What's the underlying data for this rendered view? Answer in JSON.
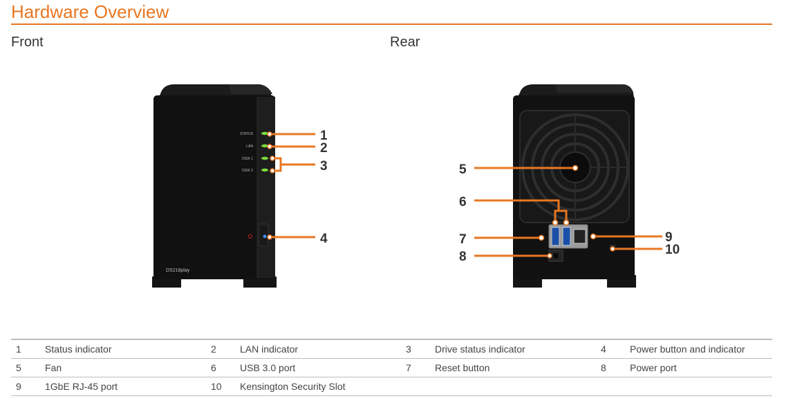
{
  "header": {
    "title": "Hardware Overview"
  },
  "sections": {
    "front": "Front",
    "rear": "Rear"
  },
  "front_panel": {
    "led_labels": [
      "STATUS",
      "LAN",
      "DISK 1",
      "DISK 2"
    ],
    "model": "DS218play",
    "callouts": [
      "1",
      "2",
      "3",
      "4"
    ]
  },
  "rear_panel": {
    "callouts": [
      "5",
      "6",
      "7",
      "8",
      "9",
      "10"
    ]
  },
  "legend": {
    "rows": [
      [
        {
          "num": "1",
          "label": "Status indicator"
        },
        {
          "num": "2",
          "label": "LAN indicator"
        },
        {
          "num": "3",
          "label": "Drive status indicator"
        },
        {
          "num": "4",
          "label": "Power button and indicator"
        }
      ],
      [
        {
          "num": "5",
          "label": "Fan"
        },
        {
          "num": "6",
          "label": "USB 3.0 port"
        },
        {
          "num": "7",
          "label": "Reset button"
        },
        {
          "num": "8",
          "label": "Power port"
        }
      ],
      [
        {
          "num": "9",
          "label": "1GbE RJ-45 port"
        },
        {
          "num": "10",
          "label": "Kensington Security Slot"
        },
        {
          "num": "",
          "label": ""
        },
        {
          "num": "",
          "label": ""
        }
      ]
    ]
  },
  "colors": {
    "accent": "#e87722",
    "led_green": "#7ddc3c",
    "led_blue": "#3a8cff",
    "power_red": "#d02020"
  }
}
